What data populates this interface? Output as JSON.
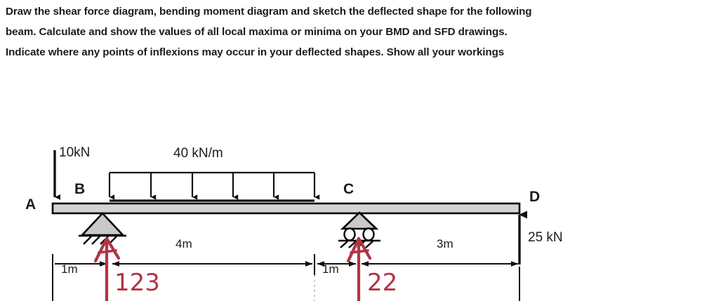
{
  "question": {
    "lines": [
      "Draw the shear force diagram, bending moment diagram and sketch the deflected shape for the following",
      "beam.  Calculate and show the values of all local maxima or minima on your BMD and SFD drawings.",
      "Indicate where any points of inflexions may occur in your deflected shapes.  Show all your workings"
    ]
  },
  "diagram": {
    "title": "simply-supported-beam-with-overhangs",
    "points": {
      "a": "A",
      "b": "B",
      "c": "C",
      "d": "D"
    },
    "loads": {
      "point_load_a": "10kN",
      "udl": "40 kN/m",
      "point_load_d": "25 kN"
    },
    "dimensions": {
      "ab": "1m",
      "bc_udl": "4m",
      "udl_to_c": "1m",
      "cd": "3m"
    },
    "annotations": {
      "reaction_b": "123",
      "reaction_c": "22"
    },
    "colors": {
      "beam_fill": "#d4d4d4",
      "beam_stroke": "#000000",
      "support_fill": "#c9c9c9",
      "line": "#111111",
      "annotation_red": "#b03545",
      "text": "#1c1c1c"
    }
  }
}
